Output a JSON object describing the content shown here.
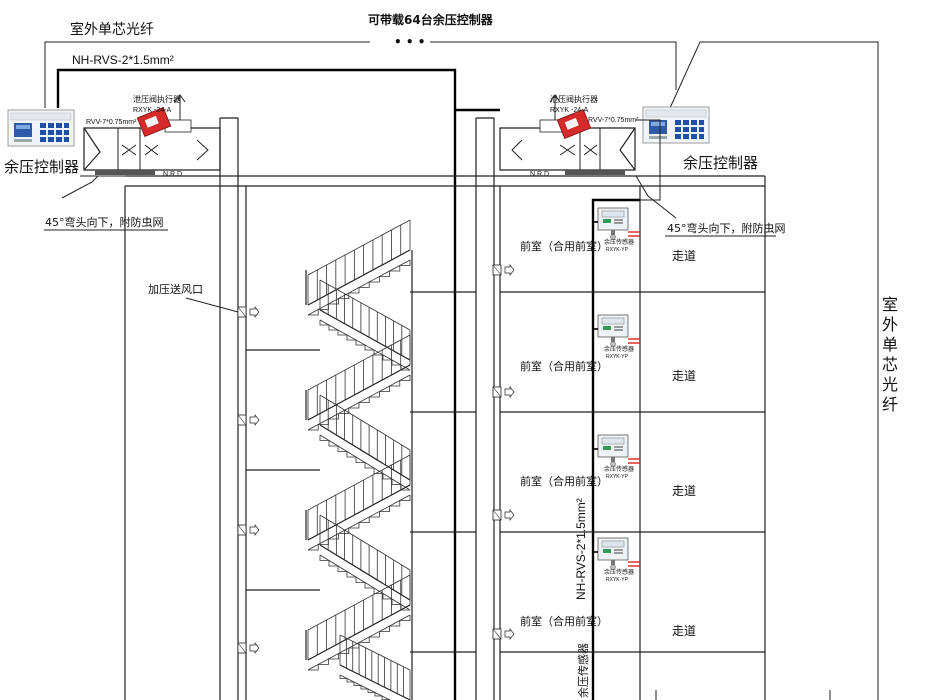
{
  "labels": {
    "fiber_top": "室外单芯光纤",
    "fiber_right": "室外单芯光纤",
    "max_controllers": "可带载64台余压控制器",
    "ellipsis": "• • •",
    "cable_top": "NH-RVS-2*1.5mm²",
    "cable_vertical": "NH-RVS-2*1.5mm²",
    "controller_left": "余压控制器",
    "controller_right": "余压控制器",
    "actuator_left_title": "泄压阀执行器",
    "actuator_left_model": "RXYK -24-A",
    "actuator_right_title": "泄压阀执行器",
    "actuator_right_model": "RXYK -24-A",
    "wire_left": "RVV-7*0.75mm²",
    "wire_right": "RVV-7*0.75mm²",
    "nrd_left": "N.R.D",
    "nrd_right": "N.R.D",
    "elbow_left": "45°弯头向下，附防虫网",
    "elbow_right": "45°弯头向下，附防虫网",
    "supply_outlet": "加压送风口",
    "sensor_title": "余压传感器",
    "sensor_model": "RXYK-YP",
    "sensor_bottom_partial": "余压传感器"
  },
  "floors": [
    {
      "front_room": "前室（合用前室）",
      "corridor": "走道"
    },
    {
      "front_room": "前室（合用前室）",
      "corridor": "走道"
    },
    {
      "front_room": "前室（合用前室）",
      "corridor": "走道"
    },
    {
      "front_room": "前室（合用前室）",
      "corridor": "走道"
    }
  ],
  "colors": {
    "line": "#222222",
    "cable": "#000000",
    "actuator_red": "#d42a2a",
    "sensor_wire_red": "#e02020",
    "sensor_screen": "#2f9a5a",
    "controller_keypad": "#1f4fa3"
  }
}
